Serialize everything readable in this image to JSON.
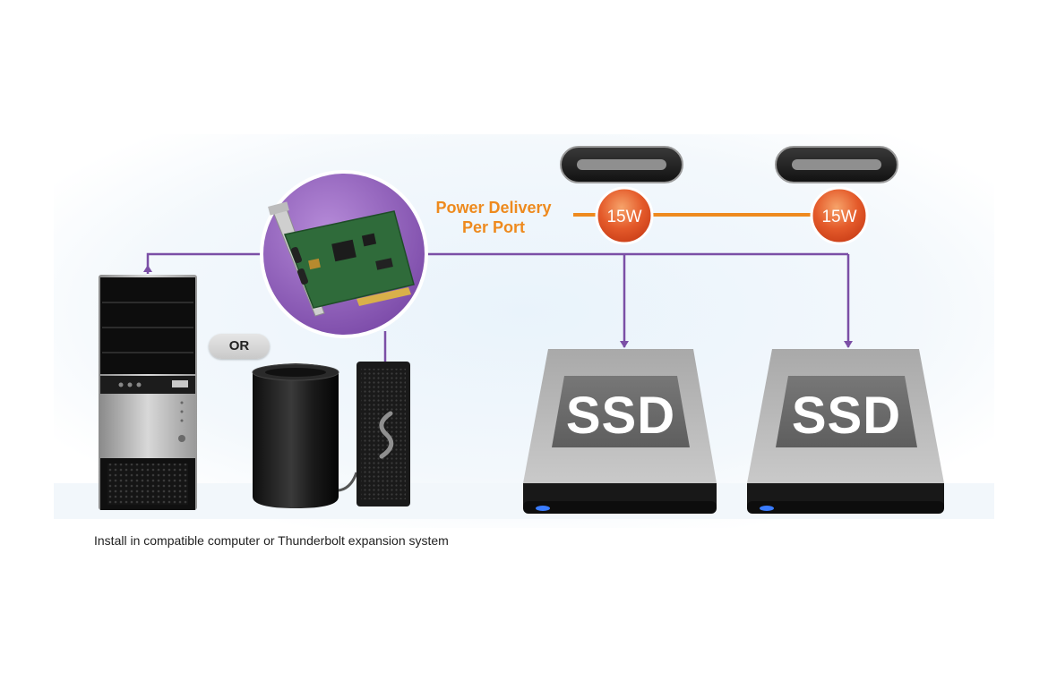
{
  "power_delivery": {
    "line1": "Power Delivery",
    "line2": "Per Port"
  },
  "ports": [
    {
      "watts": "15W"
    },
    {
      "watts": "15W"
    }
  ],
  "ssds": [
    {
      "label": "SSD"
    },
    {
      "label": "SSD"
    }
  ],
  "or_label": "OR",
  "caption": "Install in compatible computer or Thunderbolt expansion system",
  "colors": {
    "connector_line": "#7b4fa6",
    "power_orange": "#ee8a1e",
    "badge_red": "#e0522a",
    "card_circle": "#8a55b8",
    "pcb_green": "#2f6b3a"
  },
  "icons": [
    "tower-computer-icon",
    "mac-pro-icon",
    "thunderbolt-chassis-icon",
    "pcie-card-icon",
    "usb-c-port-icon",
    "ssd-drive-icon"
  ]
}
